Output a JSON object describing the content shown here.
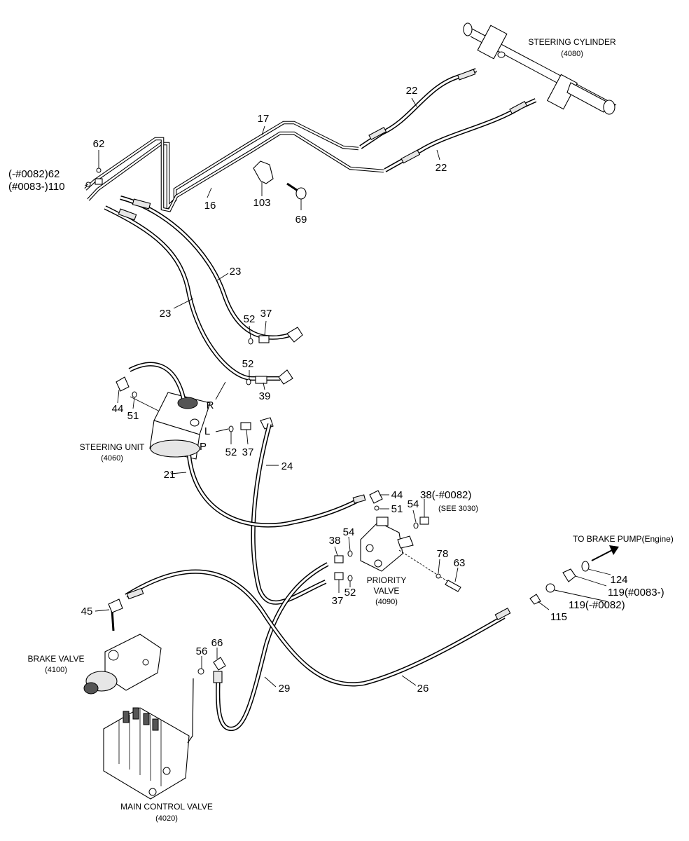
{
  "components": {
    "steering_cylinder": {
      "name": "STEERING CYLINDER",
      "ref": "(4080)"
    },
    "steering_unit": {
      "name": "STEERING UNIT",
      "ref": "(4060)"
    },
    "priority_valve": {
      "name1": "PRIORITY",
      "name2": "VALVE",
      "ref": "(4090)"
    },
    "brake_valve": {
      "name": "BRAKE VALVE",
      "ref": "(4100)"
    },
    "main_control_valve": {
      "name": "MAIN CONTROL VALVE",
      "ref": "(4020)"
    },
    "brake_pump": {
      "name": "TO BRAKE PUMP(Engine)"
    }
  },
  "ports": {
    "r": "R",
    "l": "L",
    "p": "P"
  },
  "callouts": {
    "c17": "17",
    "c16": "16",
    "c22a": "22",
    "c22b": "22",
    "c62": "62",
    "c62_0082": "(-#0082)62",
    "c110_0083": "(#0083-)110",
    "c103": "103",
    "c69": "69",
    "c23a": "23",
    "c23b": "23",
    "c52a": "52",
    "c37a": "37",
    "c52b": "52",
    "c39": "39",
    "c44a": "44",
    "c51a": "51",
    "c52c": "52",
    "c37b": "37",
    "c21": "21",
    "c24": "24",
    "c44b": "44",
    "c51b": "51",
    "c54a": "54",
    "c38_0082": "38(-#0082)",
    "c see3030": "(SEE 3030)",
    "c38b": "38",
    "c54b": "54",
    "c78": "78",
    "c63": "63",
    "c37c": "37",
    "c52d": "52",
    "c124": "124",
    "c119_0083": "119(#0083-)",
    "c119_0082": "119(-#0082)",
    "c115": "115",
    "c45": "45",
    "c66": "66",
    "c56": "56",
    "c29": "29",
    "c26": "26"
  }
}
